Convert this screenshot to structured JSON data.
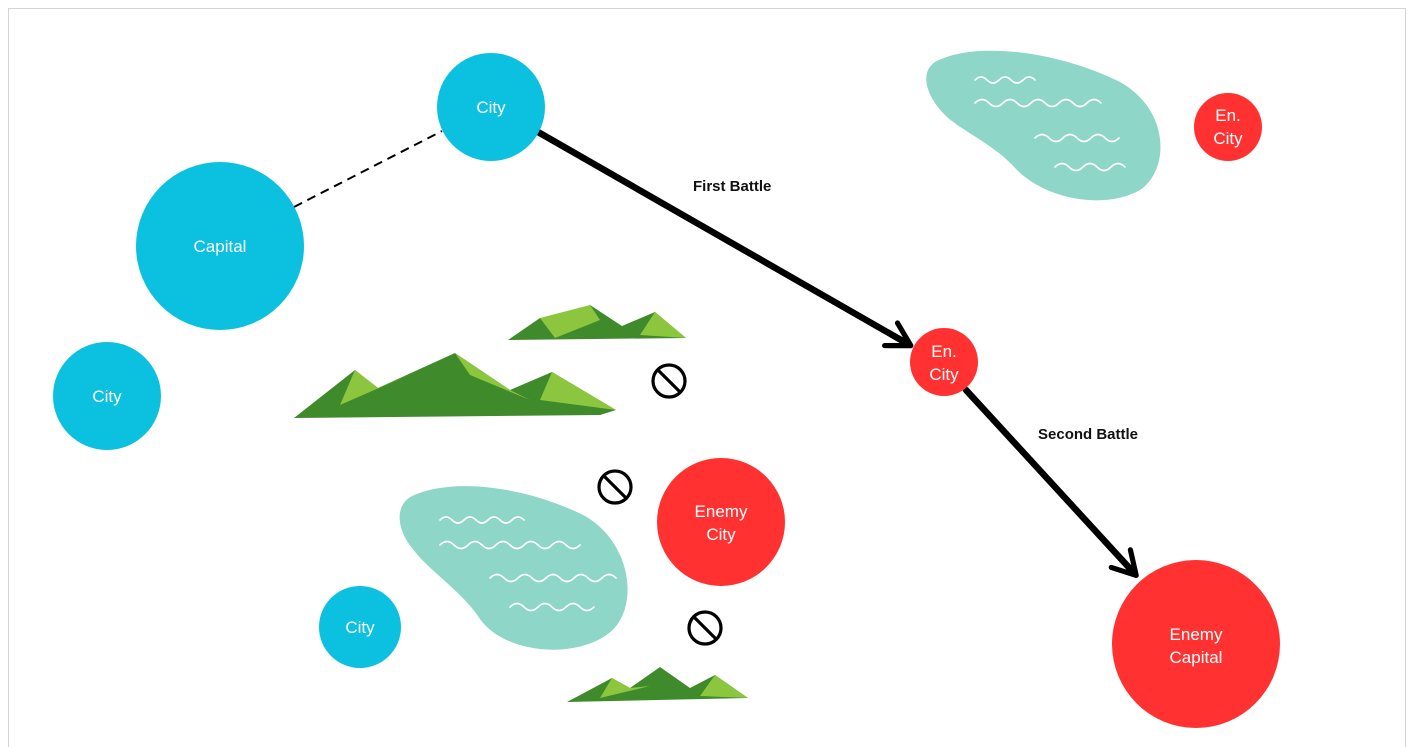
{
  "colors": {
    "friendly": "#0cc0df",
    "enemy": "#ff3131",
    "lake": "#8dd6c8",
    "lake_wave": "#ffffff",
    "mountain_dark": "#3f8a2a",
    "mountain_light": "#8cc63f",
    "arrow": "#000000"
  },
  "nodes": {
    "city_top": {
      "label": "City",
      "side": "friendly"
    },
    "capital": {
      "label": "Capital",
      "side": "friendly"
    },
    "city_left": {
      "label": "City",
      "side": "friendly"
    },
    "city_bottom": {
      "label": "City",
      "side": "friendly"
    },
    "en_city_top_line1": "En.",
    "en_city_top_line2": "City",
    "en_city_mid_line1": "En.",
    "en_city_mid_line2": "City",
    "enemy_city_line1": "Enemy",
    "enemy_city_line2": "City",
    "enemy_capital_line1": "Enemy",
    "enemy_capital_line2": "Capital"
  },
  "connections": [
    {
      "from": "capital",
      "to": "city_top",
      "style": "dashed"
    },
    {
      "from": "city_top",
      "to": "en_city_mid",
      "style": "arrow",
      "label": "First Battle"
    },
    {
      "from": "en_city_mid",
      "to": "enemy_capital",
      "style": "arrow",
      "label": "Second Battle"
    }
  ],
  "labels": {
    "first_battle": "First Battle",
    "second_battle": "Second Battle"
  },
  "icons": [
    "blocked-icon",
    "blocked-icon",
    "blocked-icon",
    "mountains-icon",
    "lake-icon"
  ]
}
